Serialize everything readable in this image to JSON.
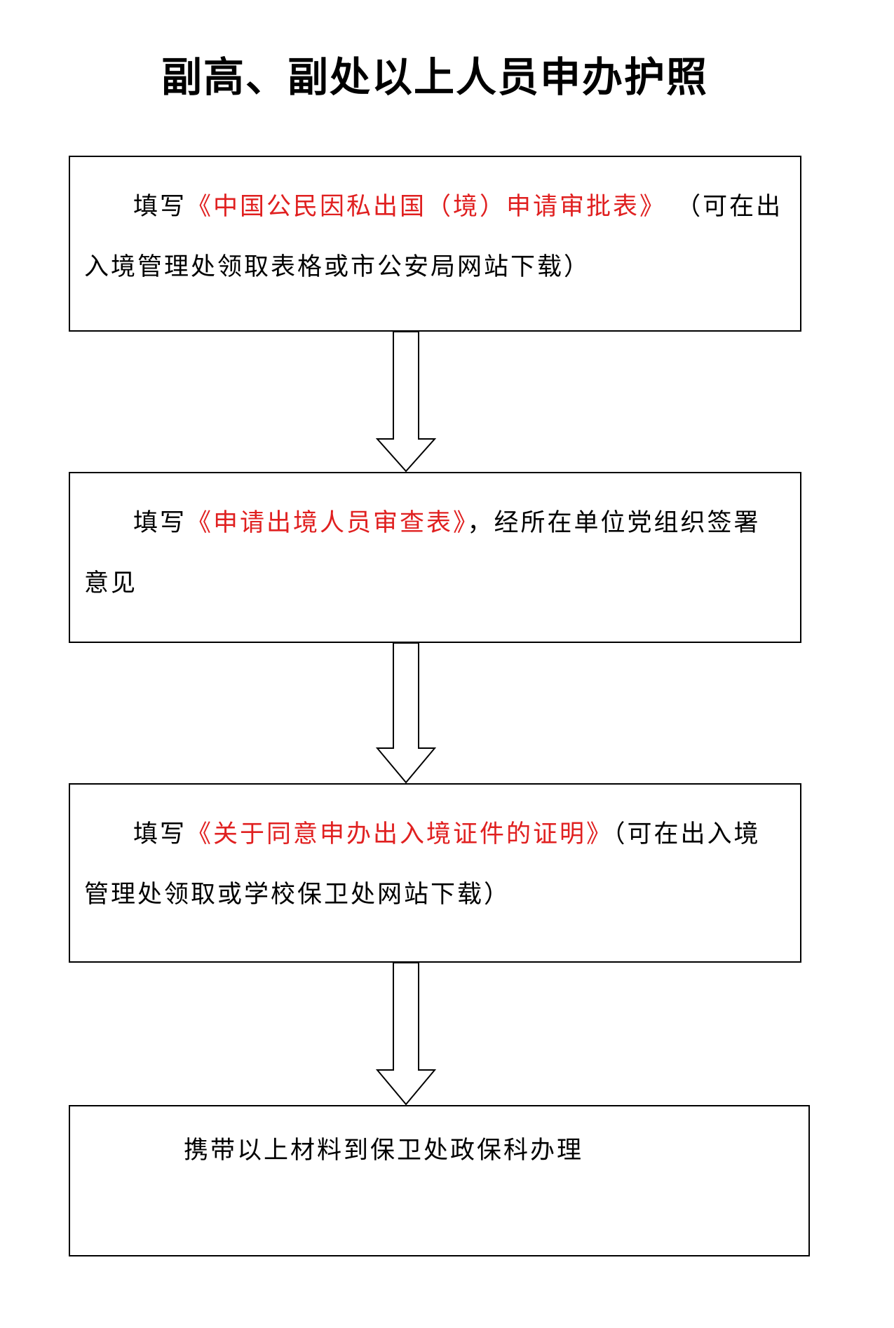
{
  "title": "副高、副处以上人员申办护照",
  "steps": [
    {
      "prefix": "填写",
      "doc": "《中国公民因私出国（境）申请审批表》",
      "suffix": " （可在出入境管理处领取表格或市公安局网站下载）"
    },
    {
      "prefix": "填写",
      "doc": "《申请出境人员审查表》",
      "suffix": "，经所在单位党组织签署意见"
    },
    {
      "prefix": "填写",
      "doc": "《关于同意申办出入境证件的证明》",
      "suffix": "（可在出入境管理处领取或学校保卫处网站下载）"
    },
    {
      "text": "携带以上材料到保卫处政保科办理"
    }
  ],
  "colors": {
    "document_name": "#e02020",
    "border": "#000000"
  }
}
